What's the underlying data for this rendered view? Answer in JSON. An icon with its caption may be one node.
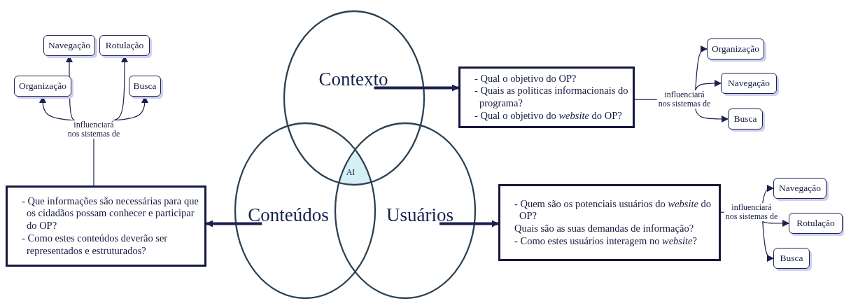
{
  "diagram": {
    "nodes": [
      {
        "text": [
          "Contexto"
        ]
      },
      {
        "text": [
          "Conteúdos"
        ]
      },
      {
        "text": [
          "Usuários"
        ]
      },
      {
        "text": [
          "AI"
        ]
      },
      {
        "text": [
          "- Qual o objetivo do OP?",
          "- Quais as políticas informacionais do programa?",
          "- Qual o objetivo do *website* do OP?"
        ]
      },
      {
        "text": [
          "influenciará nos sistemas de"
        ]
      },
      {
        "text": [
          "Organização"
        ]
      },
      {
        "text": [
          "Navegação"
        ]
      },
      {
        "text": [
          "Busca"
        ]
      },
      {
        "text": [
          "- Quem são os potenciais usuários do *website* do OP?",
          "Quais são as suas demandas de informação?",
          "- Como estes usuários interagem no *website*?"
        ]
      },
      {
        "text": [
          "influenciará nos sistemas de"
        ]
      },
      {
        "text": [
          "Navegação"
        ]
      },
      {
        "text": [
          "Rotulação"
        ]
      },
      {
        "text": [
          "Busca"
        ]
      },
      {
        "text": [
          "- Que informações são necessárias para que os cidadãos possam conhecer e participar do OP?",
          "- Como estes conteúdos deverão ser representados e estruturados?"
        ]
      },
      {
        "text": [
          "influenciará nos sistemas de"
        ]
      },
      {
        "text": [
          "Organização"
        ]
      },
      {
        "text": [
          "Navegação"
        ]
      },
      {
        "text": [
          "Rotulação"
        ]
      },
      {
        "text": [
          "Busca"
        ]
      }
    ],
    "edges": [
      {
        "from": 0,
        "to": 4,
        "arrow": "to",
        "style": "thick"
      },
      {
        "from": 4,
        "to": 5,
        "arrow": "none"
      },
      {
        "from": 5,
        "to": 6,
        "arrow": "to"
      },
      {
        "from": 5,
        "to": 7,
        "arrow": "to"
      },
      {
        "from": 5,
        "to": 8,
        "arrow": "to"
      },
      {
        "from": 2,
        "to": 9,
        "arrow": "to",
        "style": "thick"
      },
      {
        "from": 9,
        "to": 10,
        "arrow": "none"
      },
      {
        "from": 10,
        "to": 11,
        "arrow": "to"
      },
      {
        "from": 10,
        "to": 12,
        "arrow": "to"
      },
      {
        "from": 10,
        "to": 13,
        "arrow": "to"
      },
      {
        "from": 1,
        "to": 14,
        "arrow": "to",
        "style": "thick"
      },
      {
        "from": 14,
        "to": 15,
        "arrow": "none"
      },
      {
        "from": 15,
        "to": 16,
        "arrow": "to"
      },
      {
        "from": 15,
        "to": 17,
        "arrow": "to"
      },
      {
        "from": 15,
        "to": 18,
        "arrow": "to"
      },
      {
        "from": 15,
        "to": 19,
        "arrow": "to"
      }
    ]
  }
}
